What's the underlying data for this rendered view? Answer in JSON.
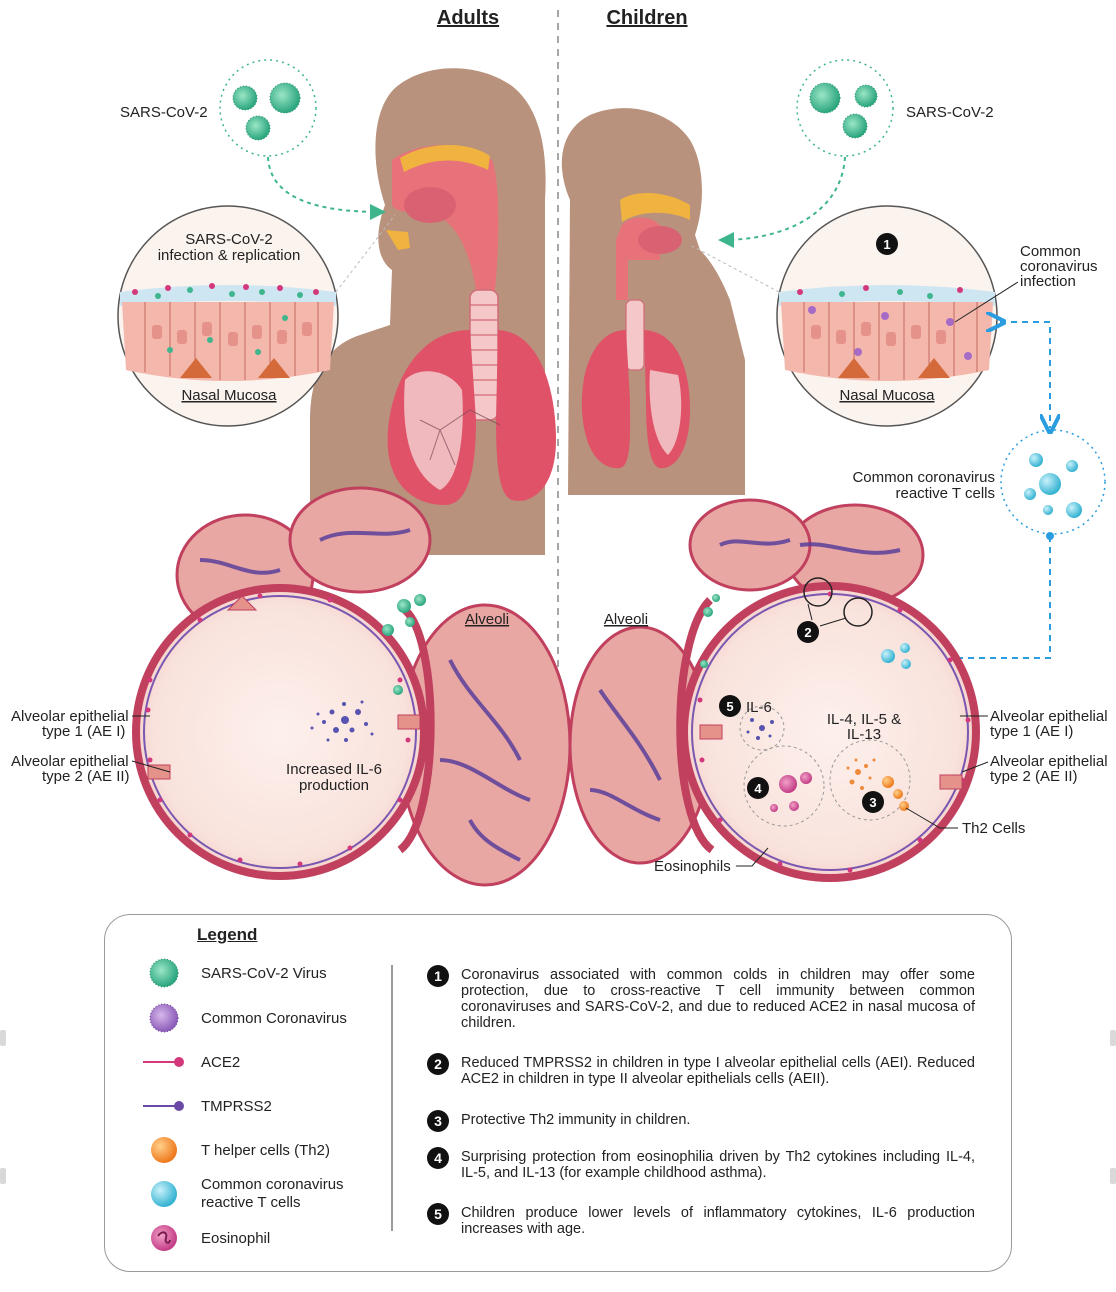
{
  "headers": {
    "adults": "Adults",
    "children": "Children"
  },
  "virus_label_left": "SARS-CoV-2",
  "virus_label_right": "SARS-CoV-2",
  "nasal_left": {
    "caption_line1": "SARS-CoV-2",
    "caption_line2": "infection & replication",
    "label": "Nasal Mucosa"
  },
  "nasal_right": {
    "label": "Nasal Mucosa",
    "marker": "1",
    "callout_line1": "Common",
    "callout_line2": "coronavirus",
    "callout_line3": "infection"
  },
  "tcells_label_line1": "Common coronavirus",
  "tcells_label_line2": "reactive T cells",
  "alveoli_left": {
    "title": "Alveoli",
    "ae1_line1": "Alveolar epithelial",
    "ae1_line2": "type 1 (AE I)",
    "ae2_line1": "Alveolar epithelial",
    "ae2_line2": "type 2 (AE II)",
    "il6_line1": "Increased IL-6",
    "il6_line2": "production"
  },
  "alveoli_right": {
    "title": "Alveoli",
    "ae1_line1": "Alveolar epithelial",
    "ae1_line2": "type 1 (AE I)",
    "ae2_line1": "Alveolar epithelial",
    "ae2_line2": "type 2 (AE II)",
    "il6": "IL-6",
    "il4_line1": "IL-4, IL-5 &",
    "il4_line2": "IL-13",
    "th2": "Th2 Cells",
    "eos": "Eosinophils",
    "m2": "2",
    "m3": "3",
    "m4": "4",
    "m5": "5"
  },
  "legend": {
    "title": "Legend",
    "items": [
      {
        "icon": "sars-cov-2-virus-icon",
        "label": "SARS-CoV-2 Virus"
      },
      {
        "icon": "common-coronavirus-icon",
        "label": "Common Coronavirus"
      },
      {
        "icon": "ace2-receptor-icon",
        "label": "ACE2"
      },
      {
        "icon": "tmprss2-receptor-icon",
        "label": "TMPRSS2"
      },
      {
        "icon": "th2-cell-icon",
        "label": "T helper cells (Th2)"
      },
      {
        "icon": "reactive-t-cell-icon",
        "label_line1": "Common coronavirus",
        "label_line2": "reactive T cells"
      },
      {
        "icon": "eosinophil-icon",
        "label": "Eosinophil"
      }
    ],
    "notes": [
      {
        "num": "1",
        "text": "Coronavirus associated with common colds in children may offer some protection, due to cross-reactive T cell immunity between common coronaviruses and SARS-CoV-2, and due to reduced ACE2 in nasal mucosa of children."
      },
      {
        "num": "2",
        "text": "Reduced TMPRSS2 in children in type I alveolar epithelial cells (AEI). Reduced ACE2 in children in type II alveolar epithelials cells (AEII)."
      },
      {
        "num": "3",
        "text": "Protective Th2 immunity in children."
      },
      {
        "num": "4",
        "text": "Surprising protection from eosinophilia driven by Th2 cytokines including IL-4, IL-5, and IL-13 (for example childhood asthma)."
      },
      {
        "num": "5",
        "text": "Children produce lower levels of inflammatory cytokines, IL-6 production increases with age."
      }
    ]
  },
  "colors": {
    "skin": "#b8927c",
    "airway": "#e8727a",
    "lung": "#e05268",
    "virus": "#3fb58e",
    "tcell": "#4bbfd6",
    "arrow_blue": "#2a9de0",
    "arrow_green": "#3fb58e",
    "alveolus_wall": "#c0405e",
    "vessel": "#5a3f9a",
    "ace2": "#d2387a",
    "tmprss2": "#6a4aa6",
    "th2": "#f08a2a"
  }
}
